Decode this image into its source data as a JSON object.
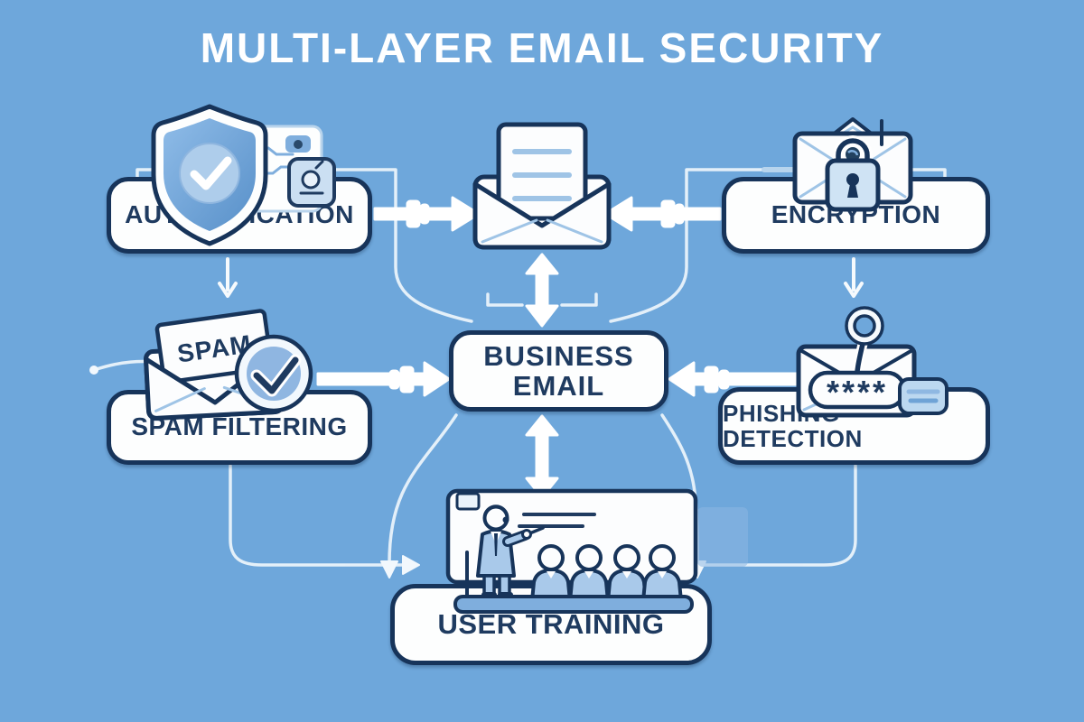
{
  "title": "MULTI-LAYER EMAIL SECURITY",
  "colors": {
    "background": "#6EA7DB",
    "box_fill": "#FDFEFE",
    "box_border": "#17345A",
    "label_text": "#1F3B60",
    "arrow_white": "#FFFFFF",
    "rail_light": "#EAF3FB",
    "icon_light_blue": "#A9C9EA",
    "icon_mid_blue": "#7FAEDD",
    "fold_line_blue": "#9FC4E6"
  },
  "nodes": {
    "authentication": {
      "label": "AUTHENTICATION",
      "icon": "shield-check-icon"
    },
    "encryption": {
      "label": "ENCRYPTION",
      "icon": "lock-envelope-icon"
    },
    "business_email": {
      "line1": "BUSINESS",
      "line2": "EMAIL"
    },
    "spam_filtering": {
      "label": "SPAM FILTERING",
      "stamp": "SPAM",
      "icon": "spam-envelope-check-icon"
    },
    "phishing_detection": {
      "label": "PHISHING DETECTION",
      "password_mask": "****",
      "icon": "hook-envelope-icon"
    },
    "user_training": {
      "label": "USER TRAINING",
      "icon": "trainer-presentation-icon"
    },
    "incoming_mail": {
      "icon": "open-envelope-icon"
    }
  }
}
